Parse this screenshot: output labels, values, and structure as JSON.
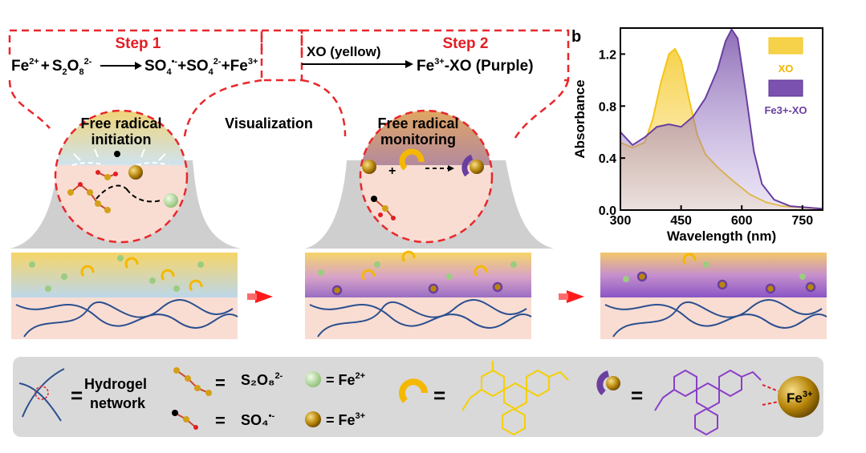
{
  "panel_b_letter": "b",
  "reactions": {
    "step1_label": "Step 1",
    "step2_label": "Step 2",
    "xo_yellow": "XO (yellow)",
    "fe2": "Fe",
    "fe2_charge": "2+",
    "plus1": "+",
    "s2o8_s": "S",
    "s2o8_2": "2",
    "s2o8_o": "O",
    "s2o8_8": "8",
    "s2o8_charge": "2-",
    "so4_radical": "SO",
    "so4_4": "4",
    "so4_radical_charge": "•-",
    "plus2": "+SO",
    "so4b_4": "4",
    "so4b_charge": "2-",
    "plus3": "+",
    "fe3": "Fe",
    "fe3_charge": "3+",
    "product_fe": "Fe",
    "product_charge": "3+",
    "product_rest": "-XO (Purple)"
  },
  "circle1": {
    "line1": "Free radical",
    "line2": "initiation"
  },
  "circle2": {
    "line1": "Free radical",
    "line2": "monitoring"
  },
  "visualization": "Visualization",
  "legend": {
    "hydrogel_line1": "Hydrogel",
    "hydrogel_line2": "network",
    "eq": "=",
    "persulfate": "S₂O₈",
    "persulfate_charge": "2-",
    "sulfate_radical": "SO₄",
    "sulfate_radical_charge": "•-",
    "fe2": "= Fe",
    "fe2_charge": "2+",
    "fe3": "= Fe",
    "fe3_charge": "3+",
    "fe3_ball": "Fe",
    "fe3_ball_charge": "3+"
  },
  "colors": {
    "dashed_red": "#e8272b",
    "xo_yellow": "#f5c518",
    "fe_xo_purple": "#6a3fa0",
    "hydrogel_pink": "#f9ddd3",
    "network_blue": "#2b4f8f",
    "legend_gray": "#d9d9d9",
    "cone_gray": "#cfcfcf"
  },
  "chart_data": {
    "type": "area",
    "title": "",
    "xlabel": "Wavelength (nm)",
    "ylabel": "Absorbance",
    "xlim": [
      300,
      800
    ],
    "ylim": [
      0,
      1.4
    ],
    "xticks": [
      300,
      450,
      600,
      750
    ],
    "yticks": [
      0.0,
      0.4,
      0.8,
      1.2
    ],
    "ytick_labels": [
      "0.0",
      "0.4",
      "0.8",
      "1.2"
    ],
    "legend_position": "top-right",
    "series": [
      {
        "name": "XO",
        "color": "#f5c518",
        "x": [
          300,
          330,
          360,
          380,
          400,
          420,
          435,
          450,
          470,
          490,
          510,
          540,
          580,
          620,
          660,
          700,
          750,
          800
        ],
        "y": [
          0.52,
          0.48,
          0.52,
          0.7,
          0.98,
          1.2,
          1.24,
          1.15,
          0.85,
          0.58,
          0.43,
          0.33,
          0.22,
          0.12,
          0.06,
          0.03,
          0.02,
          0.01
        ]
      },
      {
        "name": "Fe3+-XO",
        "color": "#6a3fa0",
        "x": [
          300,
          330,
          360,
          390,
          420,
          450,
          480,
          510,
          540,
          560,
          575,
          590,
          610,
          630,
          650,
          680,
          720,
          760,
          800
        ],
        "y": [
          0.6,
          0.5,
          0.56,
          0.64,
          0.66,
          0.64,
          0.72,
          0.86,
          1.08,
          1.3,
          1.39,
          1.32,
          0.9,
          0.45,
          0.2,
          0.08,
          0.03,
          0.02,
          0.01
        ]
      }
    ]
  }
}
